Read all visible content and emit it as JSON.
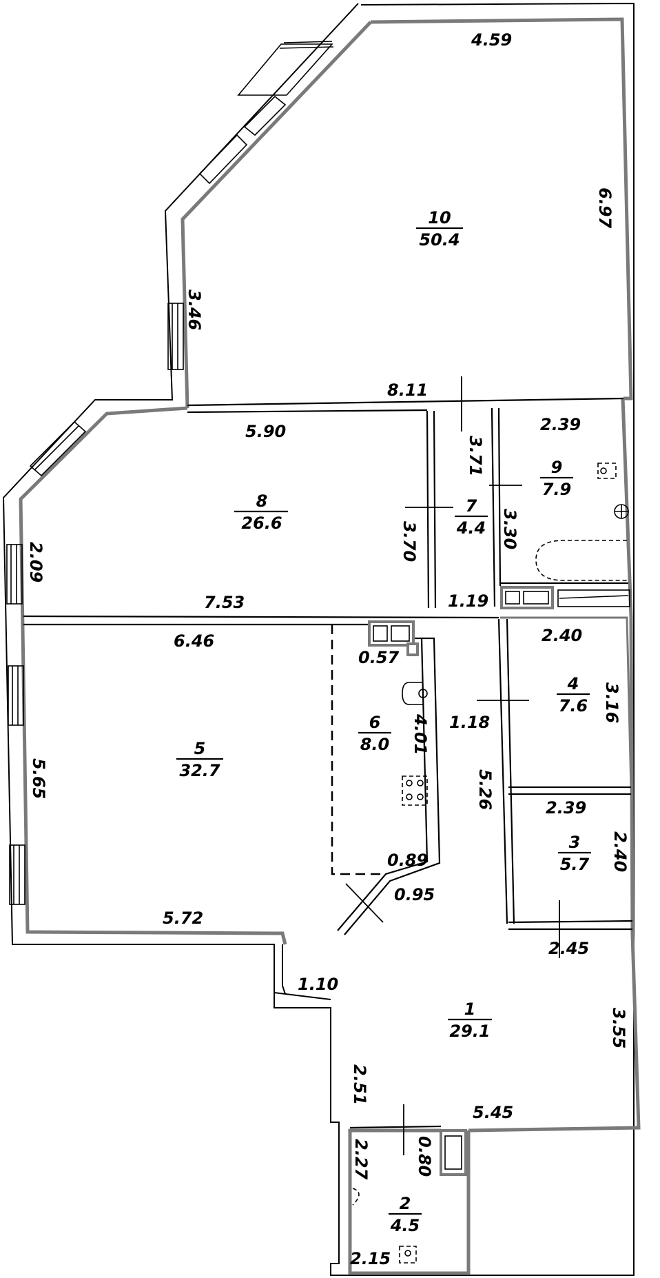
{
  "rooms": [
    {
      "number": "1",
      "area": "29.1"
    },
    {
      "number": "2",
      "area": "4.5"
    },
    {
      "number": "3",
      "area": "5.7"
    },
    {
      "number": "4",
      "area": "7.6"
    },
    {
      "number": "5",
      "area": "32.7"
    },
    {
      "number": "6",
      "area": "8.0"
    },
    {
      "number": "7",
      "area": "4.4"
    },
    {
      "number": "8",
      "area": "26.6"
    },
    {
      "number": "9",
      "area": "7.9"
    },
    {
      "number": "10",
      "area": "50.4"
    }
  ],
  "dimensions": {
    "r10_top": "4.59",
    "r10_right": "6.97",
    "r10_left": "3.46",
    "r10_bottom": "8.11",
    "r8_top": "5.90",
    "r8_right": "3.70",
    "r8_left": "2.09",
    "r8_bottom": "7.53",
    "r7_side": "3.71",
    "r7_bottom": "1.19",
    "r9_top": "2.39",
    "r9_side": "3.30",
    "r5_top": "6.46",
    "r5_left": "5.65",
    "r5_bottom": "5.72",
    "r6_top": "0.57",
    "r6_side": "4.01",
    "r6_bottom": "0.89",
    "door_diag": "0.95",
    "r4_top": "2.40",
    "r4_side": "3.16",
    "hall_width": "1.18",
    "hall_side": "5.26",
    "r3_top": "2.39",
    "r3_side": "2.40",
    "r3_bottom": "2.45",
    "r1_step": "1.10",
    "r1_side": "3.55",
    "r1_left": "2.51",
    "r1_bottom": "5.45",
    "r2_left": "2.27",
    "r2_side": "0.80",
    "r2_bottom": "2.15"
  }
}
